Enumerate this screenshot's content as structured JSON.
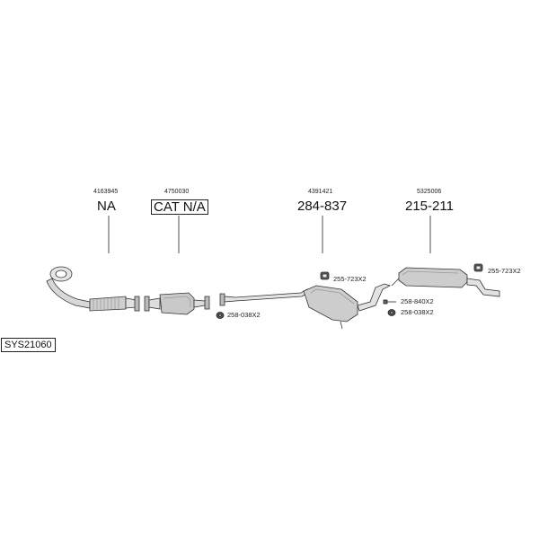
{
  "system_id": "SYS21060",
  "parts": [
    {
      "ref": "4163945",
      "code": "NA"
    },
    {
      "ref": "4750030",
      "code": "CAT N/A"
    },
    {
      "ref": "4391421",
      "code": "284-837"
    },
    {
      "ref": "5325006",
      "code": "215-211"
    }
  ],
  "fittings": [
    {
      "label": "255-723X2"
    },
    {
      "label": "258-038X2"
    },
    {
      "label": "258-840X2"
    },
    {
      "label": "258-038X2"
    },
    {
      "label": "255-723X2"
    }
  ]
}
